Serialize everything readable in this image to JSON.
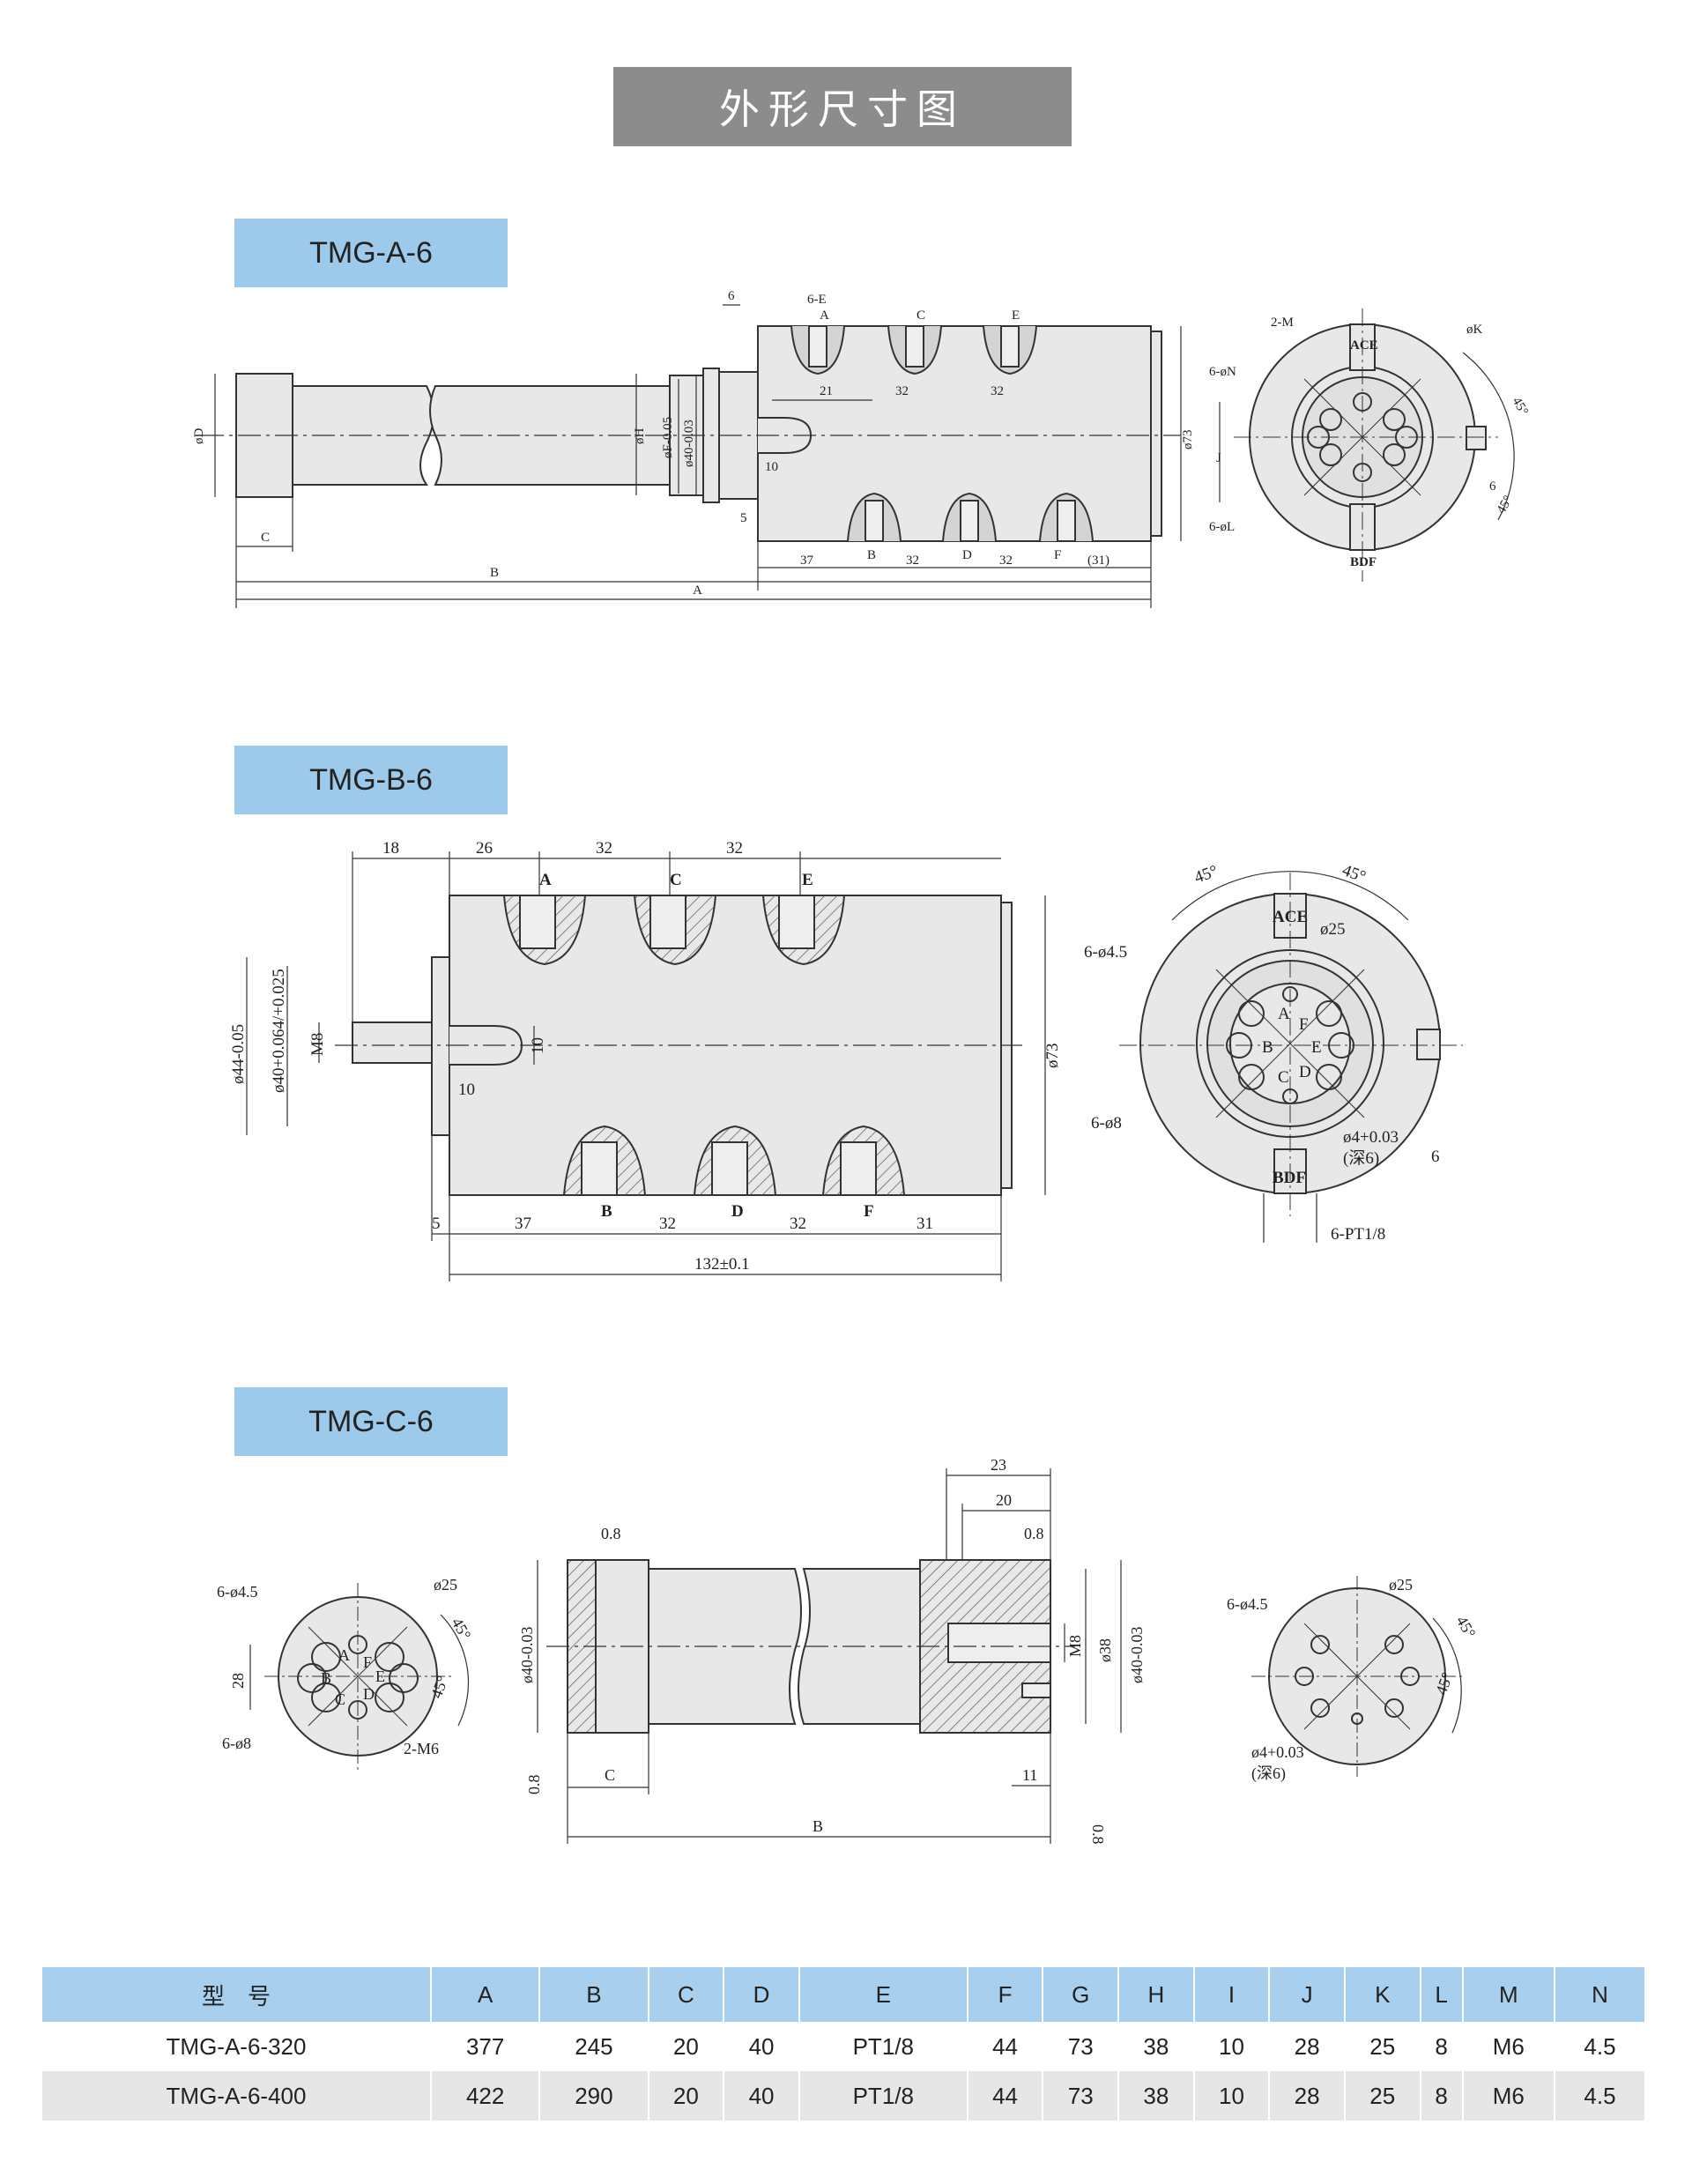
{
  "page": {
    "title": "外形尺寸图",
    "colors": {
      "title_bg": "#8c8c8c",
      "label_bg": "#9dc9ea",
      "header_bg": "#a8d0ee",
      "stripe_bg": "#e6e6e6",
      "part_fill": "#e8e8e8"
    }
  },
  "sections": {
    "a": {
      "label": "TMG-A-6"
    },
    "b": {
      "label": "TMG-B-6"
    },
    "c": {
      "label": "TMG-C-6"
    }
  },
  "drawing_a": {
    "dims": {
      "d6": "6",
      "six_e": "6-E",
      "port_c": "C",
      "port_e": "E",
      "d21": "21",
      "d32a": "32",
      "d32b": "32",
      "two_m": "2-M",
      "phi_k": "øK",
      "six_n": "6-øN",
      "ace": "ACE",
      "deg45a": "45°",
      "deg45b": "45°",
      "phi_d": "øD",
      "phi_h": "øH",
      "phi_f": "øF-0.05",
      "phi_40": "ø40-0.03",
      "phi_73": "ø73",
      "j": "J",
      "d10": "10",
      "d5": "5",
      "six_l": "6-øL",
      "bdf": "BDF",
      "d6b": "6",
      "c": "C",
      "b": "B",
      "a": "A",
      "d37": "37",
      "port_b": "B",
      "d32c": "32",
      "port_d": "D",
      "d32d": "32",
      "port_f": "F",
      "d31": "(31)",
      "port_a": "A"
    }
  },
  "drawing_b": {
    "dims": {
      "d18": "18",
      "d26": "26",
      "d32a": "32",
      "d32b": "32",
      "port_a": "A",
      "port_c": "C",
      "port_e": "E",
      "phi44": "ø44-0.05",
      "phi40": "ø40+0.064/+0.025",
      "m8": "M8",
      "d10a": "10",
      "d10b": "10",
      "phi73": "ø73",
      "d5": "5",
      "d37": "37",
      "port_b": "B",
      "d32c": "32",
      "port_d": "D",
      "d32d": "32",
      "port_f": "F",
      "d31": "31",
      "total": "132±0.1",
      "deg45a": "45°",
      "deg45b": "45°",
      "ace": "ACE",
      "phi25": "ø25",
      "six_45": "6-ø4.5",
      "six_8": "6-ø8",
      "phi4": "ø4+0.03",
      "deep6": "(深6)",
      "d6": "6",
      "bdf": "BDF",
      "pt18": "6-PT1/8",
      "ring_a": "A",
      "ring_b": "B",
      "ring_c": "C",
      "ring_d": "D",
      "ring_e": "E",
      "ring_f": "F"
    }
  },
  "drawing_c": {
    "dims": {
      "six_45": "6-ø4.5",
      "phi25": "ø25",
      "deg45a": "45°",
      "deg45b": "45°",
      "d28": "28",
      "six_8": "6-ø8",
      "two_m6": "2-M6",
      "ring_a": "A",
      "ring_b": "B",
      "ring_c": "C",
      "ring_d": "D",
      "ring_e": "E",
      "ring_f": "F",
      "chamfer1": "0.8",
      "chamfer2": "0.8",
      "chamfer3": "0.8",
      "chamfer4": "0.8",
      "phi40a": "ø40-0.03",
      "c": "C",
      "b": "B",
      "d23": "23",
      "d20": "20",
      "m8": "M8",
      "phi38": "ø38",
      "phi40b": "ø40-0.03",
      "d11": "11",
      "r_six_45": "6-ø4.5",
      "r_phi25": "ø25",
      "r_deg45a": "45°",
      "r_deg45b": "45°",
      "r_phi4": "ø4+0.03",
      "r_deep6": "(深6)"
    }
  },
  "table": {
    "headers": [
      "型　号",
      "A",
      "B",
      "C",
      "D",
      "E",
      "F",
      "G",
      "H",
      "I",
      "J",
      "K",
      "L",
      "M",
      "N"
    ],
    "rows": [
      [
        "TMG-A-6-320",
        "377",
        "245",
        "20",
        "40",
        "PT1/8",
        "44",
        "73",
        "38",
        "10",
        "28",
        "25",
        "8",
        "M6",
        "4.5"
      ],
      [
        "TMG-A-6-400",
        "422",
        "290",
        "20",
        "40",
        "PT1/8",
        "44",
        "73",
        "38",
        "10",
        "28",
        "25",
        "8",
        "M6",
        "4.5"
      ]
    ]
  }
}
